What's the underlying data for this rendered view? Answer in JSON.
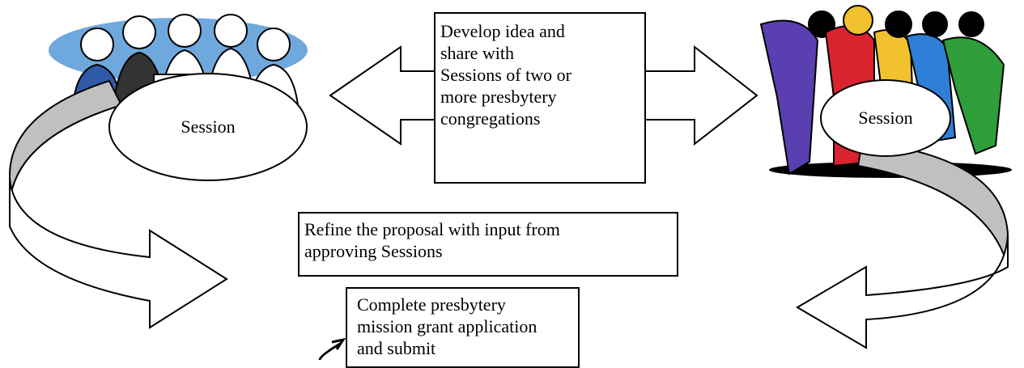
{
  "left_session": {
    "label": "Session"
  },
  "right_session": {
    "label": "Session"
  },
  "center_box": {
    "text": "Develop idea and\nshare with\nSessions of two or\nmore presbytery\ncongregations"
  },
  "refine_box": {
    "text": "Refine the proposal with input from\napproving Sessions"
  },
  "complete_box": {
    "text": "Complete presbytery\nmission grant application\nand submit"
  },
  "colors": {
    "halo_blue": "#6fa8dc",
    "arrow_gray": "#c0c0c0",
    "figure_purple": "#5a3fb0",
    "figure_red": "#d9232e",
    "figure_yellow": "#f2c12e",
    "figure_blue": "#2f7fd6",
    "figure_green": "#2e9e3a"
  },
  "icons": [
    "meeting-people-clipart-icon",
    "huddle-group-clipart-icon"
  ]
}
